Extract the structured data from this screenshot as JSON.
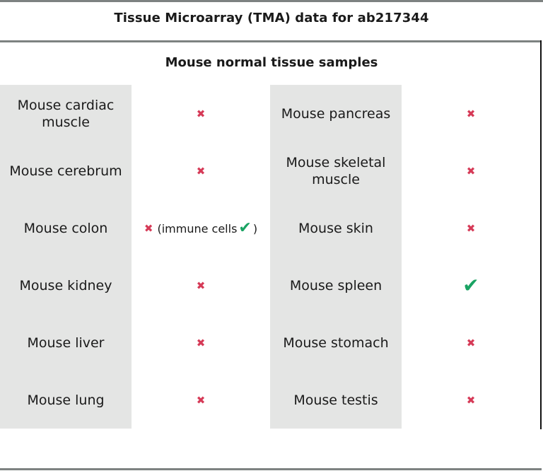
{
  "header": {
    "title": "Tissue Microarray (TMA) data for ab217344",
    "subtitle": "Mouse normal tissue samples"
  },
  "colors": {
    "negative": "#d63a57",
    "positive": "#1aa363",
    "column_shade": "#e4e5e4",
    "rule": "#7d8281"
  },
  "icons": {
    "negative": "✖",
    "positive": "✔"
  },
  "table": {
    "left": [
      {
        "tissue": "Mouse cardiac muscle",
        "result": "negative"
      },
      {
        "tissue": "Mouse cerebrum",
        "result": "negative"
      },
      {
        "tissue": "Mouse colon",
        "result": "negative",
        "note_open": "(immune cells",
        "note_close": ")",
        "note_result": "positive"
      },
      {
        "tissue": "Mouse kidney",
        "result": "negative"
      },
      {
        "tissue": "Mouse liver",
        "result": "negative"
      },
      {
        "tissue": "Mouse lung",
        "result": "negative"
      }
    ],
    "right": [
      {
        "tissue": "Mouse pancreas",
        "result": "negative"
      },
      {
        "tissue": "Mouse skeletal muscle",
        "result": "negative"
      },
      {
        "tissue": "Mouse skin",
        "result": "negative"
      },
      {
        "tissue": "Mouse spleen",
        "result": "positive"
      },
      {
        "tissue": "Mouse stomach",
        "result": "negative"
      },
      {
        "tissue": "Mouse testis",
        "result": "negative"
      }
    ]
  }
}
